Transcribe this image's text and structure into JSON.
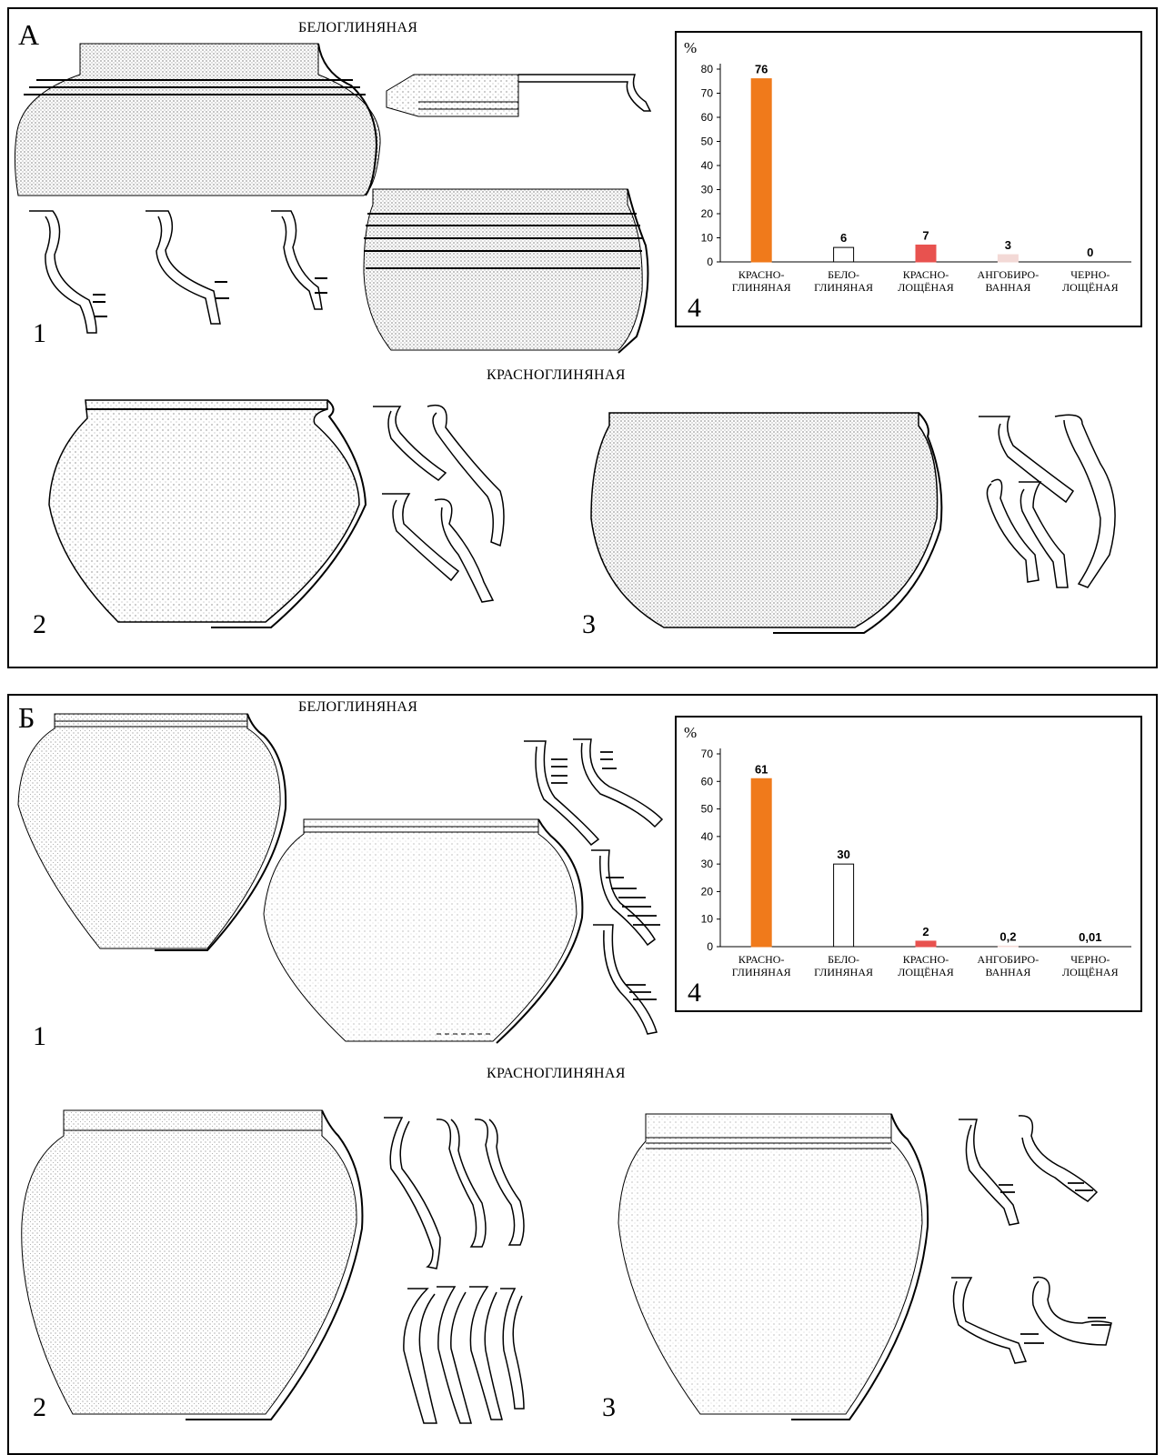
{
  "panels": [
    {
      "letter": "А",
      "top_caption": "БЕЛОГЛИНЯНАЯ",
      "mid_caption": "КРАСНОГЛИНЯНАЯ",
      "fig_labels": [
        "1",
        "2",
        "3"
      ],
      "chart_label": "4"
    },
    {
      "letter": "Б",
      "top_caption": "БЕЛОГЛИНЯНАЯ",
      "mid_caption": "КРАСНОГЛИНЯНАЯ",
      "fig_labels": [
        "1",
        "2",
        "3"
      ],
      "chart_label": "4"
    }
  ],
  "colors": {
    "krasno_glinyanaya": "#f07a1b",
    "belo_glinyanaya": "#ffffff",
    "krasno_loshchenaya": "#e8524f",
    "angobirovannaya": "#f3d9d6",
    "cherno_loshchenaya": "#ffffff"
  },
  "chart_data": [
    {
      "type": "bar",
      "ylabel": "%",
      "ylim": [
        0,
        80
      ],
      "yticks": [
        "0",
        "10",
        "20",
        "30",
        "40",
        "50",
        "60",
        "70",
        "80"
      ],
      "categories": [
        [
          "КРАСНО-",
          "ГЛИНЯНАЯ"
        ],
        [
          "БЕЛО-",
          "ГЛИНЯНАЯ"
        ],
        [
          "КРАСНО-",
          "ЛОЩЁНАЯ"
        ],
        [
          "АНГОБИРО-",
          "ВАННАЯ"
        ],
        [
          "ЧЕРНО-",
          "ЛОЩЁНАЯ"
        ]
      ],
      "values": [
        76,
        6,
        7,
        3,
        0
      ],
      "value_labels": [
        "76",
        "6",
        "7",
        "3",
        "0"
      ],
      "bar_colors": [
        "#f07a1b",
        "#ffffff",
        "#e8524f",
        "#f3d9d6",
        "#ffffff"
      ],
      "grid": false
    },
    {
      "type": "bar",
      "ylabel": "%",
      "ylim": [
        0,
        70
      ],
      "yticks": [
        "0",
        "10",
        "20",
        "30",
        "40",
        "50",
        "60",
        "70"
      ],
      "categories": [
        [
          "КРАСНО-",
          "ГЛИНЯНАЯ"
        ],
        [
          "БЕЛО-",
          "ГЛИНЯНАЯ"
        ],
        [
          "КРАСНО-",
          "ЛОЩЁНАЯ"
        ],
        [
          "АНГОБИРО-",
          "ВАННАЯ"
        ],
        [
          "ЧЕРНО-",
          "ЛОЩЁНАЯ"
        ]
      ],
      "values": [
        61,
        30,
        2,
        0.2,
        0.01
      ],
      "value_labels": [
        "61",
        "30",
        "2",
        "0,2",
        "0,01"
      ],
      "bar_colors": [
        "#f07a1b",
        "#ffffff",
        "#e8524f",
        "#f3d9d6",
        "#ffffff"
      ],
      "grid": false
    }
  ]
}
